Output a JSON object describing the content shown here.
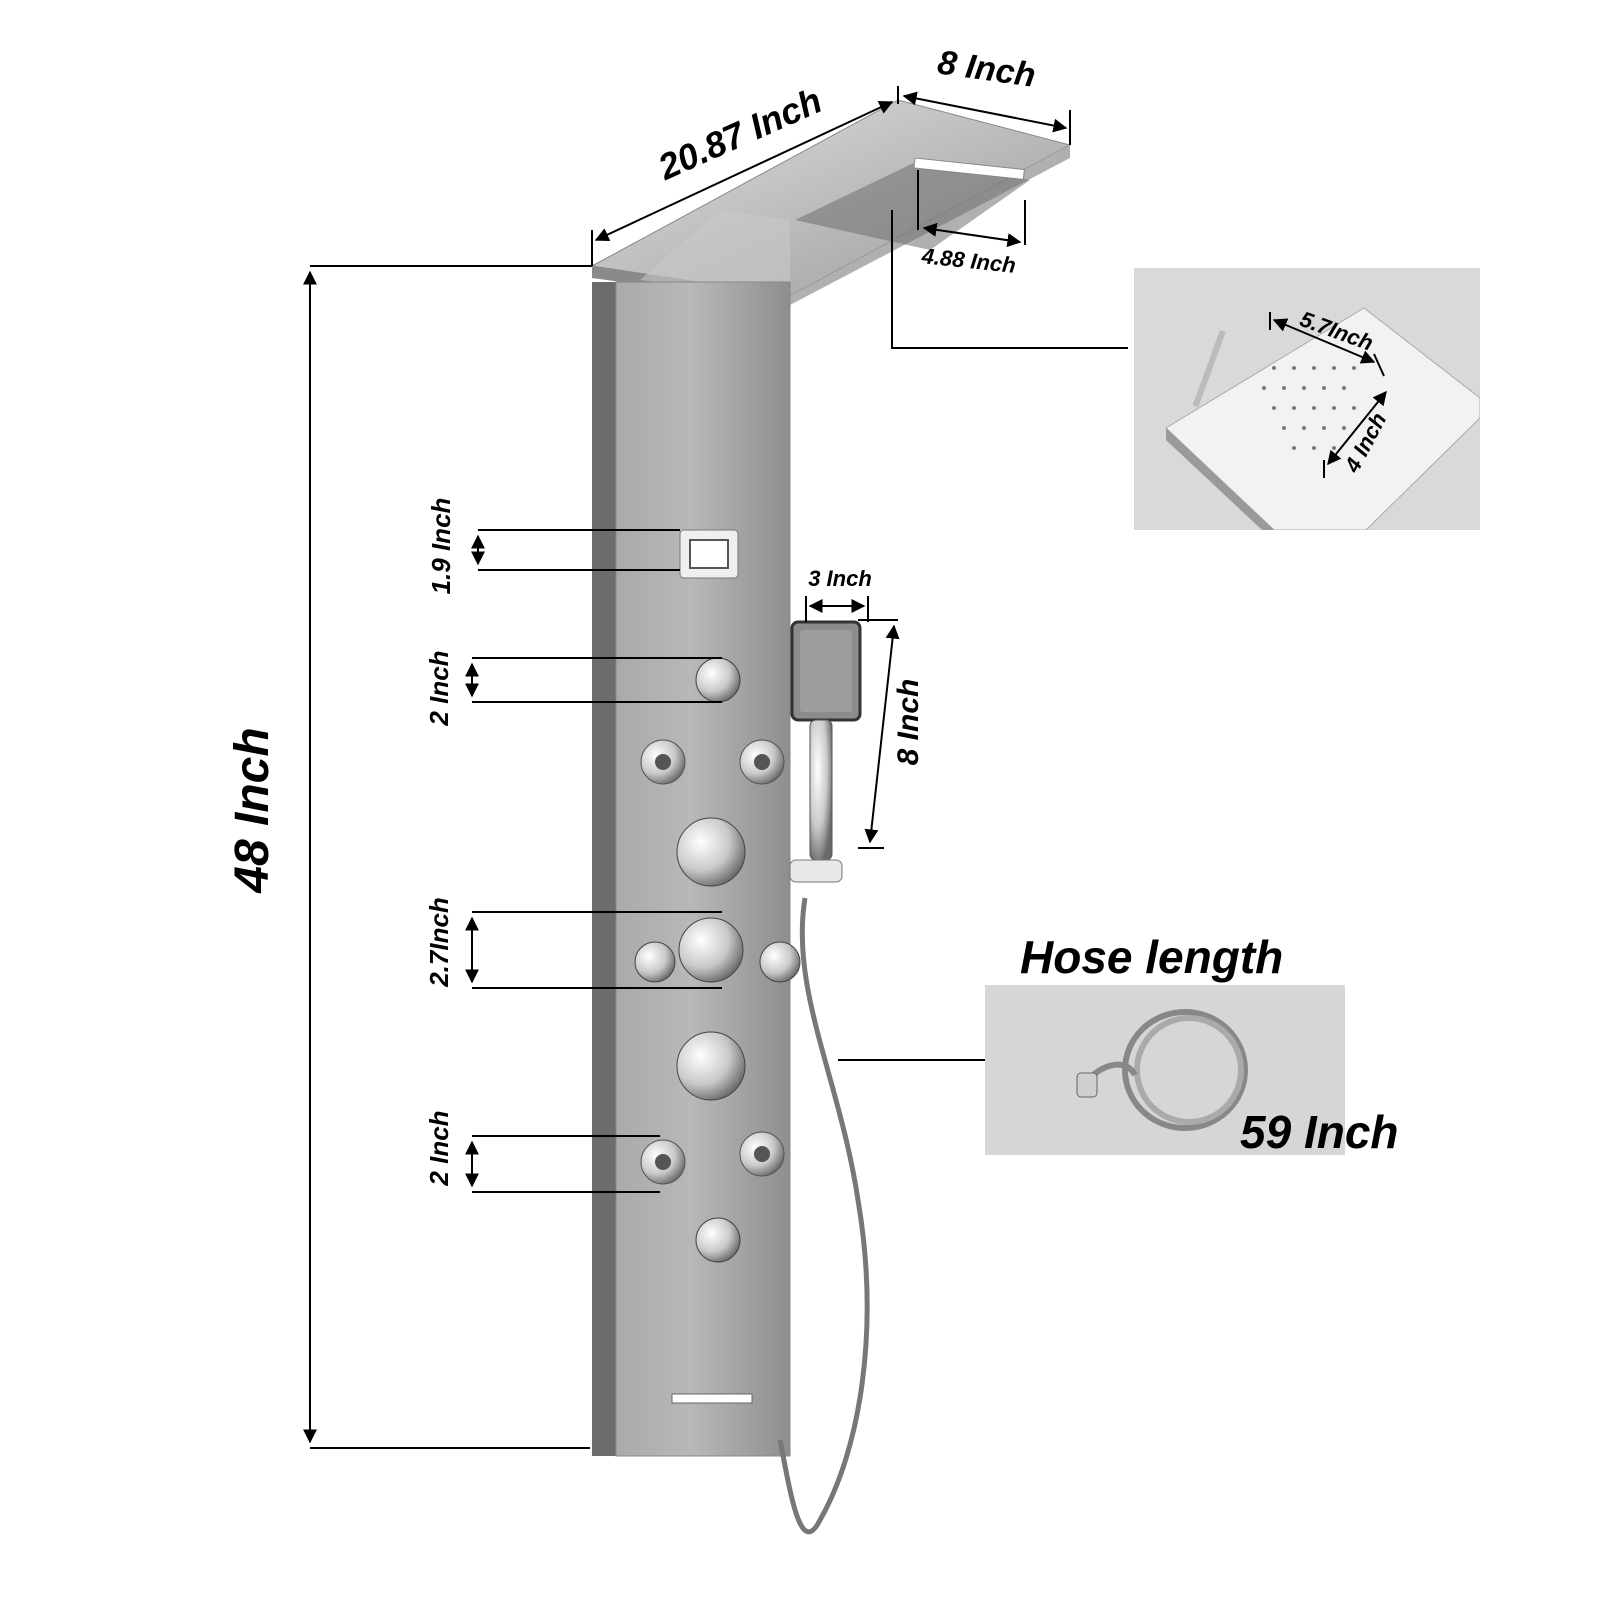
{
  "dimensions": {
    "overall_height": "48 Inch",
    "top_length": "20.87 Inch",
    "top_depth": "8 Inch",
    "rain_width": "4.88 Inch",
    "display_height": "1.9 Inch",
    "knob_top_height": "2 Inch",
    "middle_group_height": "2.7Inch",
    "bottom_jet_height": "2 Inch",
    "handheld_width": "3 Inch",
    "handheld_length": "8 Inch"
  },
  "rain_inset": {
    "width_label": "5.7Inch",
    "depth_label": "4 Inch"
  },
  "hose": {
    "title": "Hose length",
    "length": "59 Inch"
  },
  "colors": {
    "panel": "#9c9c9c",
    "panel_edge": "#6e6e6e",
    "chrome": "#e6e6e6",
    "inset_bg": "#d9d9d9",
    "line": "#000000"
  }
}
